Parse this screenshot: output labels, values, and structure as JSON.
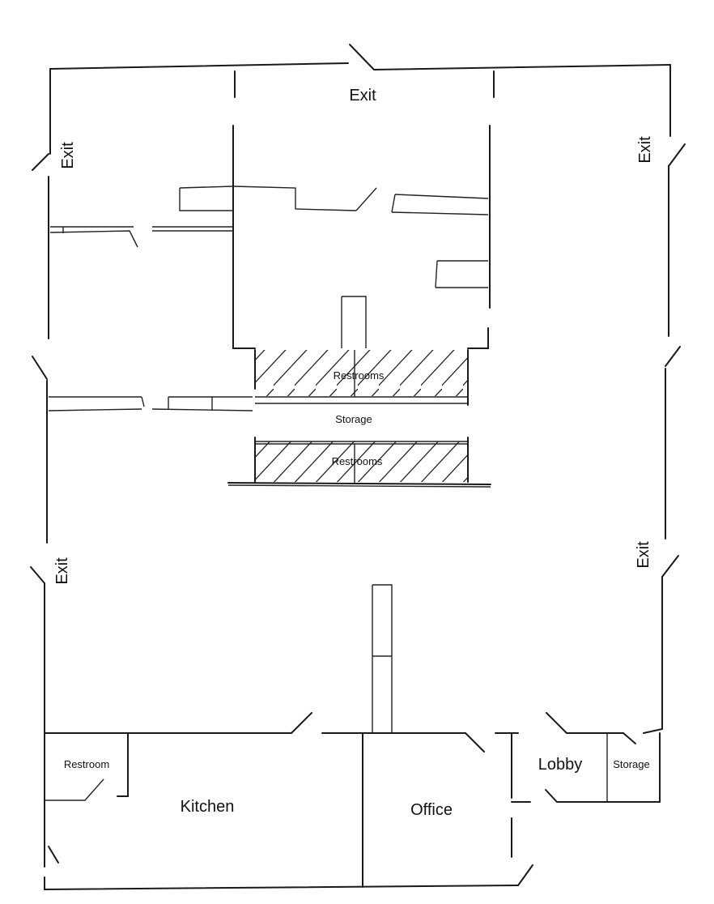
{
  "labels": {
    "exit_top": "Exit",
    "exit_left_upper": "Exit",
    "exit_right_upper": "Exit",
    "exit_left_lower": "Exit",
    "exit_right_lower": "Exit",
    "restrooms_upper": "Restrooms",
    "storage_center": "Storage",
    "restrooms_lower": "Restrooms",
    "restroom": "Restroom",
    "kitchen": "Kitchen",
    "office": "Office",
    "lobby": "Lobby",
    "storage_small": "Storage"
  }
}
